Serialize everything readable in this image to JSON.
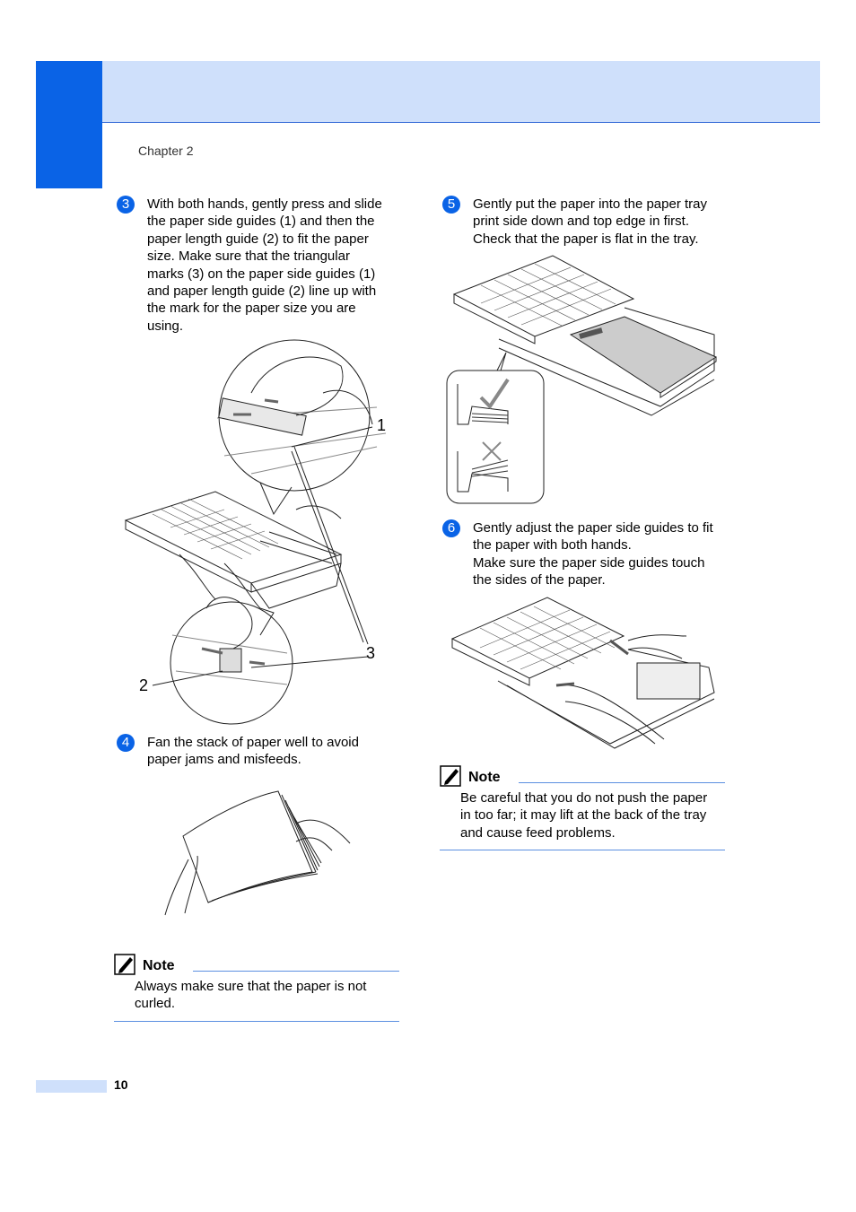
{
  "header": {
    "chapter": "Chapter 2"
  },
  "steps": [
    {
      "num": "3",
      "text": "With both hands, gently press and slide\nthe paper side guides (1) and then the\npaper length guide (2) to fit the paper\nsize. Make sure that the triangular\nmarks (3) on the paper side guides (1)\nand paper length guide (2) line up with\nthe mark for the paper size you are\nusing."
    },
    {
      "num": "4",
      "text": "Fan the stack of paper well to avoid\npaper jams and misfeeds."
    },
    {
      "num": "5",
      "text": "Gently put the paper into the paper tray\nprint side down and top edge in first.\nCheck that the paper is flat in the tray."
    },
    {
      "num": "6",
      "text": "Gently adjust the paper side guides to fit\nthe paper with both hands.\nMake sure the paper side guides touch\nthe sides of the paper."
    }
  ],
  "callouts": {
    "c1": "1",
    "c2": "2",
    "c3": "3"
  },
  "notes": [
    {
      "title": "Note",
      "body": "Always make sure that the paper is not\ncurled."
    },
    {
      "title": "Note",
      "body": "Be careful that you do not push the paper\nin too far; it may lift at the back of the tray\nand cause feed problems."
    }
  ],
  "footer": {
    "page_number": "10"
  },
  "colors": {
    "accent": "#0a63e6",
    "band": "#cfe0fb",
    "rule": "#5b8fe0"
  }
}
